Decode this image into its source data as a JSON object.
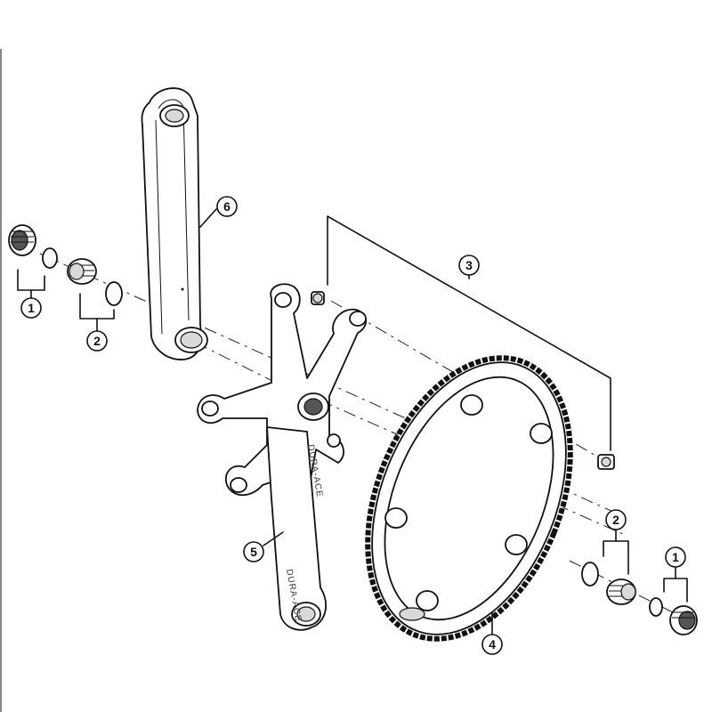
{
  "callouts": {
    "c1_left": "1",
    "c2_left": "2",
    "c3": "3",
    "c4": "4",
    "c5": "5",
    "c6": "6",
    "c2_right": "2",
    "c1_right": "1"
  },
  "brand_text": "DURA-ACE"
}
